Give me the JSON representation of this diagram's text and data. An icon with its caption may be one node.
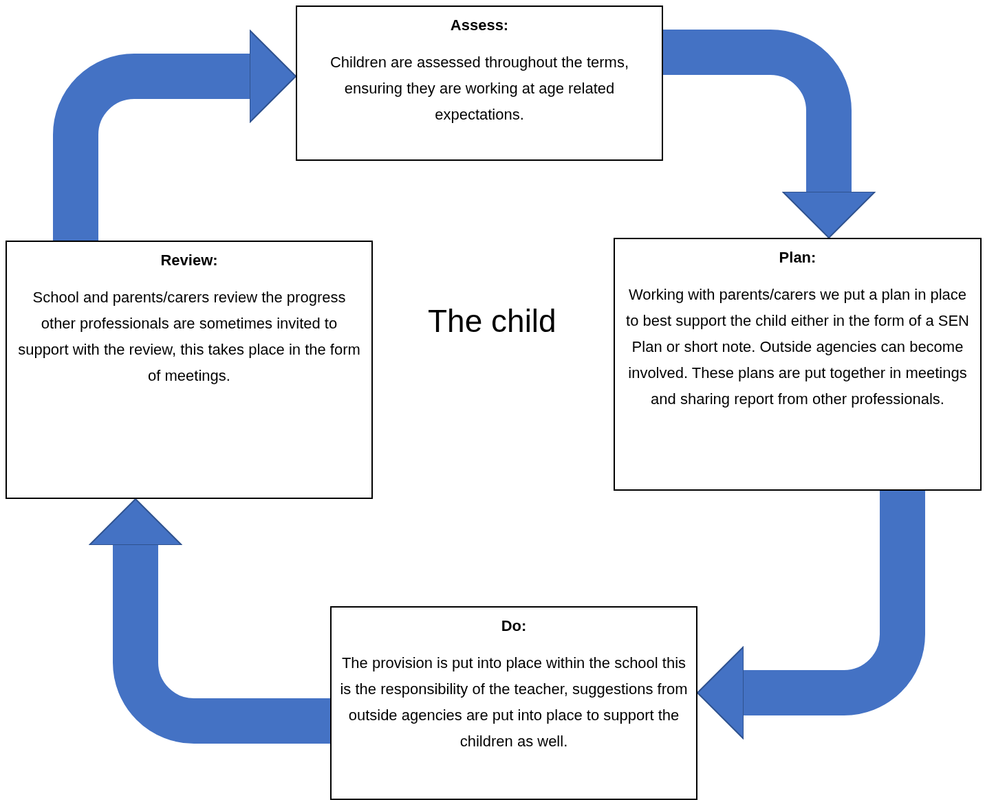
{
  "diagram": {
    "nodes": [
      {
        "text": [
          "Assess:",
          "Children are assessed throughout the terms, ensuring they are working at age related expectations."
        ]
      },
      {
        "text": [
          "Plan:",
          "Working with parents/carers we put a plan in place to best support the child either in the form of a SEN Plan or short note. Outside agencies can become involved. These plans are put together in meetings and sharing report from other professionals."
        ]
      },
      {
        "text": [
          "Do:",
          "The provision is put into place within the school this is the responsibility of the teacher, suggestions from outside agencies are put into place to support the children as well."
        ]
      },
      {
        "text": [
          "Review:",
          "School and parents/carers review the progress other professionals are sometimes invited to support with the review, this takes place in the form of meetings."
        ]
      }
    ],
    "edges": [
      {
        "from": 3,
        "to": 0,
        "arrow": "to"
      },
      {
        "from": 0,
        "to": 1,
        "arrow": "to"
      },
      {
        "from": 1,
        "to": 2,
        "arrow": "to"
      },
      {
        "from": 2,
        "to": 3,
        "arrow": "to"
      }
    ],
    "labels": [
      "The child"
    ]
  }
}
